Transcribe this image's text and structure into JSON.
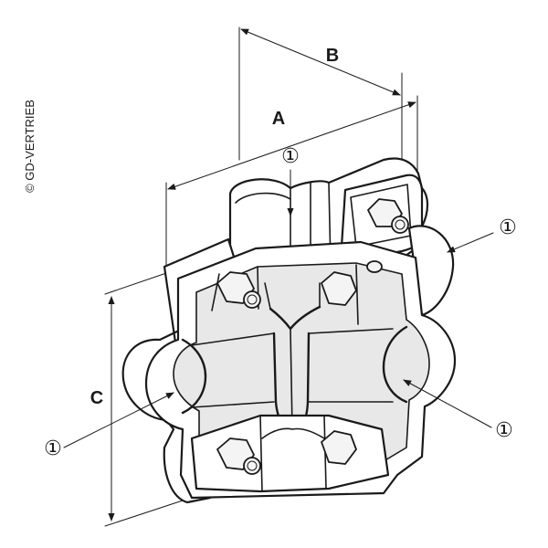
{
  "copyright": "© GD-VERTRIEB",
  "dimensions": {
    "a": "A",
    "b": "B",
    "c": "C"
  },
  "callouts": {
    "top": "①",
    "right_upper": "①",
    "right_lower": "①",
    "left_lower": "①"
  }
}
